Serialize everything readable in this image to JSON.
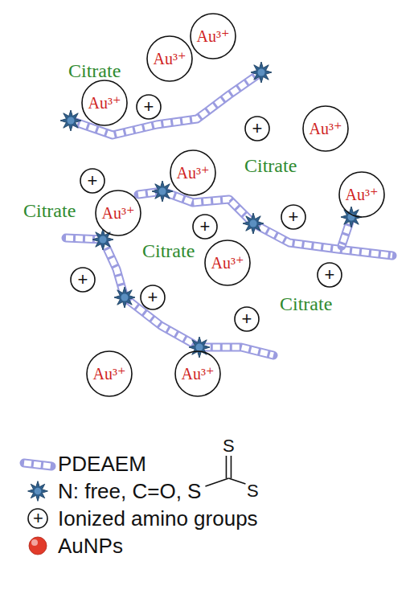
{
  "diagram": {
    "nodes": [
      {
        "text": [
          "Au³⁺"
        ]
      },
      {
        "text": [
          "Au³⁺"
        ]
      },
      {
        "text": [
          "Au³⁺"
        ]
      },
      {
        "text": [
          "+"
        ]
      },
      {
        "text": [
          "+"
        ]
      },
      {
        "text": [
          "Au³⁺"
        ]
      },
      {
        "text": [
          "Au³⁺"
        ]
      },
      {
        "text": [
          "+"
        ]
      },
      {
        "text": [
          "Au³⁺"
        ]
      },
      {
        "text": [
          "Au³⁺"
        ]
      },
      {
        "text": [
          "+"
        ]
      },
      {
        "text": [
          "+"
        ]
      },
      {
        "text": [
          "Au³⁺"
        ]
      },
      {
        "text": [
          "+"
        ]
      },
      {
        "text": [
          "+"
        ]
      },
      {
        "text": [
          "+"
        ]
      },
      {
        "text": [
          "+"
        ]
      },
      {
        "text": [
          "Au³⁺"
        ]
      },
      {
        "text": [
          "Au³⁺"
        ]
      }
    ],
    "labels": [
      "Citrate",
      "Citrate",
      "Citrate",
      "Citrate",
      "Citrate",
      "+",
      "S",
      "S"
    ],
    "legend": [
      {
        "text": "PDEAEM"
      },
      {
        "text": "N: free, C=O, S"
      },
      {
        "text": "Ionized amino groups"
      },
      {
        "text": "AuNPs",
        "color": "#e23b2a"
      }
    ]
  }
}
